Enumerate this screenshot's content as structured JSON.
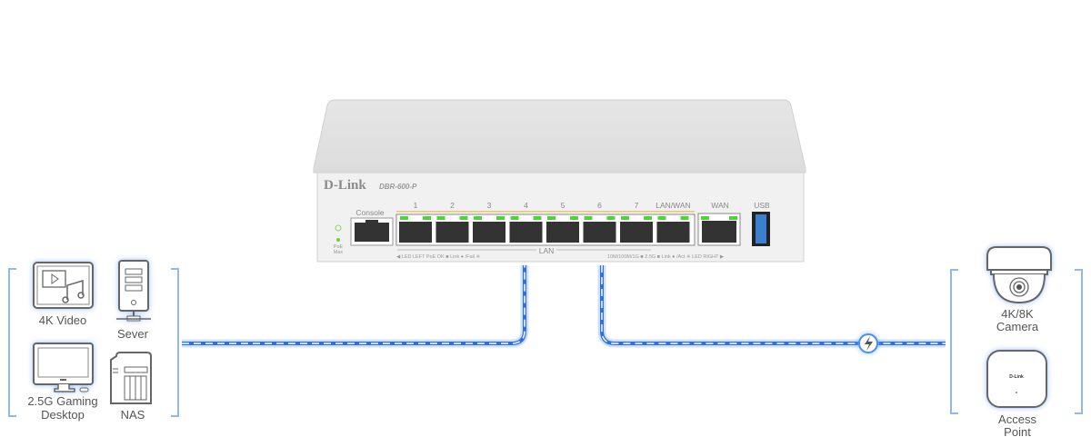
{
  "device": {
    "brand": "D-Link",
    "model": "DBR-600-P",
    "console_label": "Console",
    "poe_max_label_1": "PoE",
    "poe_max_label_2": "Max",
    "lan_ports": [
      "1",
      "2",
      "3",
      "4",
      "5",
      "6",
      "7",
      "LAN/WAN"
    ],
    "wan_label": "WAN",
    "usb_label": "USB",
    "lan_label": "LAN",
    "legend_left": "◀ LED LEFT   PoE OK ■  Link ●  /Fail ※",
    "legend_right": "10M/100M/1G ■  2.5G ■    Link ●  /Act ※  LED RIGHT ▶",
    "led_color": "#4cd43a",
    "poe_bar_color": "#e6c76a",
    "usb_color": "#3a7fd0"
  },
  "left_group": {
    "items": [
      {
        "label": "4K Video",
        "icon": "video-music-icon"
      },
      {
        "label": "Sever",
        "icon": "server-icon"
      },
      {
        "label_1": "2.5G Gaming",
        "label_2": "Desktop",
        "icon": "desktop-icon"
      },
      {
        "label": "NAS",
        "icon": "nas-icon"
      }
    ]
  },
  "right_group": {
    "camera": {
      "label_1": "4K/8K",
      "label_2": "Camera",
      "icon": "dome-camera-icon"
    },
    "access_point": {
      "label_1": "Access",
      "label_2": "Point",
      "brand": "D-Link",
      "icon": "access-point-icon"
    }
  },
  "connection": {
    "line_color": "#4a8ff0",
    "poe_icon": "lightning-icon"
  }
}
